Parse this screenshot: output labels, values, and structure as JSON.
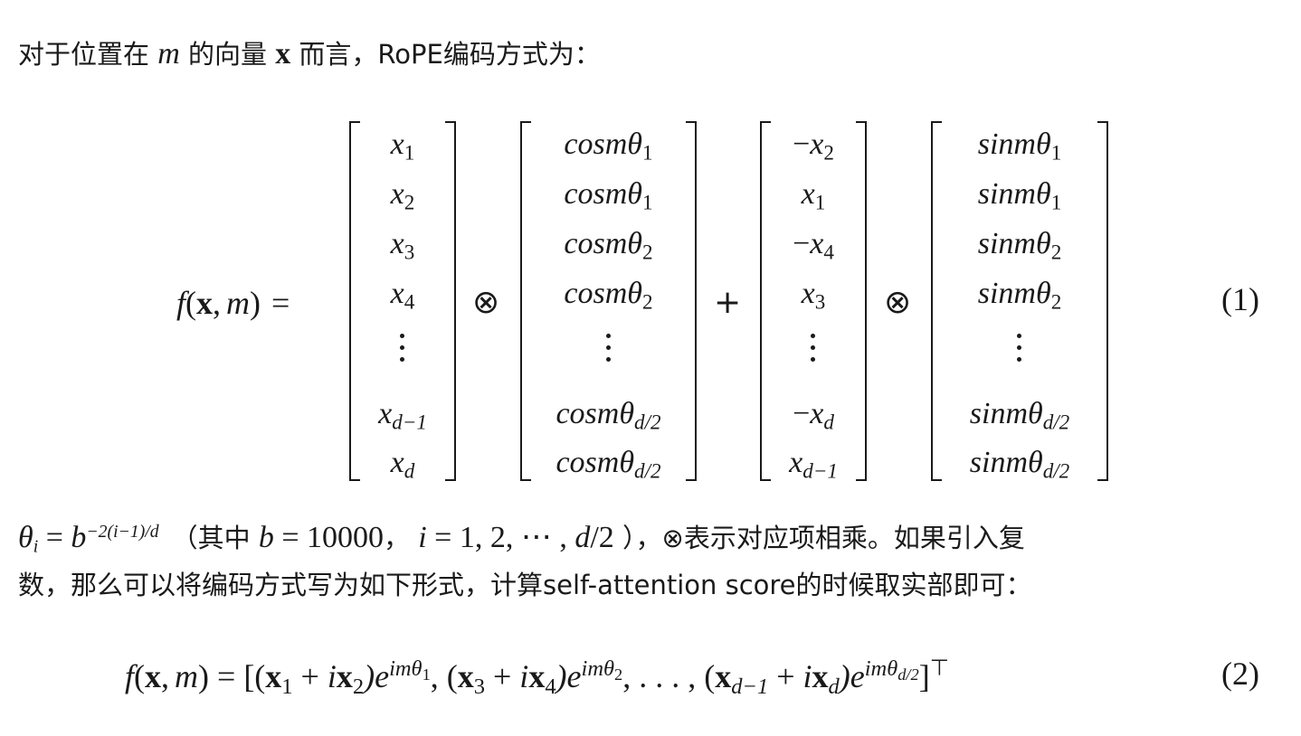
{
  "intro": {
    "t1": "对于位置在 ",
    "m": "m",
    "t2": " 的向量 ",
    "x": "x",
    "t3": " 而言，RoPE编码方式为："
  },
  "eq1": {
    "lhs_f": "f",
    "lhs_x": "x",
    "lhs_m": "m",
    "lhs_eq": "=",
    "op1": "⊗",
    "op2": "+",
    "op3": "⊗",
    "number": "(1)",
    "col1": [
      {
        "base": "x",
        "sub": "1"
      },
      {
        "base": "x",
        "sub": "2"
      },
      {
        "base": "x",
        "sub": "3"
      },
      {
        "base": "x",
        "sub": "4"
      },
      {
        "vdots": true
      },
      {
        "base": "x",
        "sub": "d−1"
      },
      {
        "base": "x",
        "sub": "d"
      }
    ],
    "col2": [
      {
        "base": "cosmθ",
        "sub": "1"
      },
      {
        "base": "cosmθ",
        "sub": "1"
      },
      {
        "base": "cosmθ",
        "sub": "2"
      },
      {
        "base": "cosmθ",
        "sub": "2"
      },
      {
        "vdots": true
      },
      {
        "base": "cosmθ",
        "sub": "d/2"
      },
      {
        "base": "cosmθ",
        "sub": "d/2"
      }
    ],
    "col3": [
      {
        "pre": "−",
        "base": "x",
        "sub": "2"
      },
      {
        "base": "x",
        "sub": "1"
      },
      {
        "pre": "−",
        "base": "x",
        "sub": "4"
      },
      {
        "base": "x",
        "sub": "3"
      },
      {
        "vdots": true
      },
      {
        "pre": "−",
        "base": "x",
        "sub": "d"
      },
      {
        "base": "x",
        "sub": "d−1"
      }
    ],
    "col4": [
      {
        "base": "sinmθ",
        "sub": "1"
      },
      {
        "base": "sinmθ",
        "sub": "1"
      },
      {
        "base": "sinmθ",
        "sub": "2"
      },
      {
        "base": "sinmθ",
        "sub": "2"
      },
      {
        "vdots": true
      },
      {
        "base": "sinmθ",
        "sub": "d/2"
      },
      {
        "base": "sinmθ",
        "sub": "d/2"
      }
    ]
  },
  "para2": {
    "theta": "θ",
    "theta_sub": "i",
    "eq": " = ",
    "b": "b",
    "exp": "−2(i−1)/d",
    "t1": "（其中 ",
    "b2": "b",
    "bval": " = 10000",
    "t2": "， ",
    "i": "i",
    "ival": " = 1, 2, ⋯ , ",
    "d": "d",
    "dval": "/2",
    "t3": " ），",
    "otimes": "⊗",
    "t4": "表示对应项相乘。如果引入复",
    "line2": "数，那么可以将编码方式写为如下形式，计算self-attention score的时候取实部即可："
  },
  "eq2": {
    "f": "f",
    "x": "x",
    "m": "m",
    "eq": " = [(",
    "x1": "x",
    "s1": "1",
    "plus1": " + ",
    "i1": "i",
    "x2": "x",
    "s2": "2",
    "e1": ")e",
    "exp1": "imθ",
    "exp1s": "1",
    "sep1": ", (",
    "x3": "x",
    "s3": "3",
    "plus2": " + ",
    "i2": "i",
    "x4": "x",
    "s4": "4",
    "e2": ")e",
    "exp2": "imθ",
    "exp2s": "2",
    "sep2": ", . . . , (",
    "x5": "x",
    "s5": "d−1",
    "plus3": " + ",
    "i3": "i",
    "x6": "x",
    "s6": "d",
    "e3": ")e",
    "exp3": "imθ",
    "exp3s": "d/2",
    "close": "]",
    "T": "⊤",
    "number": "(2)"
  }
}
